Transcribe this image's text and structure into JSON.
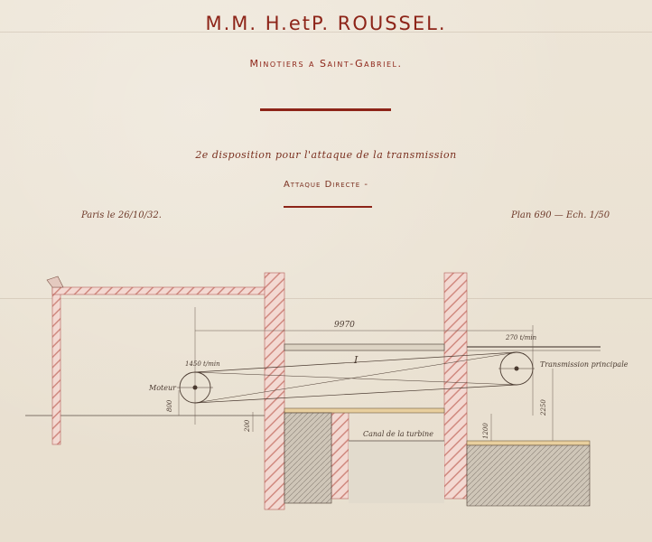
{
  "header": {
    "title": "M.M. H.etP. ROUSSEL.",
    "subtitle": "Minotiers a Saint-Gabriel."
  },
  "caption": {
    "disposition": "2e disposition pour l'attaque de la transmission",
    "attack": "Attaque Directe -"
  },
  "meta": {
    "date": "Paris le 26/10/32.",
    "plan_no": "Plan 690 — Ech. 1/50"
  },
  "drawing": {
    "label_moteur": "Moteur",
    "label_speed_motor": "1450 t/min",
    "label_span": "9970",
    "label_beam": "I",
    "label_speed_shaft": "270 t/min",
    "label_transmission": "Transmission principale",
    "label_canal": "Canal de la turbine",
    "label_800": "800",
    "label_200": "200",
    "label_2250": "2250",
    "label_1200": "1200",
    "colors": {
      "ink_red": "#8d2418",
      "hatch_red": "#d08a80",
      "pencil": "#5a4d44"
    }
  }
}
